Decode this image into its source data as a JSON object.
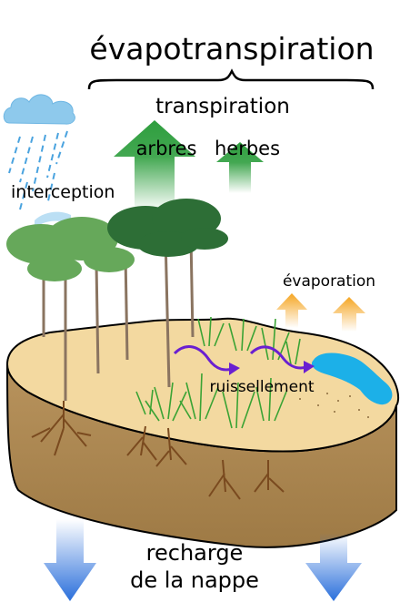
{
  "labels": {
    "evapotranspiration": "évapotranspiration",
    "transpiration": "transpiration",
    "trees": "arbres",
    "grass": "herbes",
    "interception": "interception",
    "evaporation": "évaporation",
    "runoff": "ruissellement",
    "recharge_line1": "recharge",
    "recharge_line2": "de la nappe"
  },
  "colors": {
    "transpiration_arrow": "#2e9e3e",
    "evaporation_arrow": "#f5a623",
    "recharge_arrow": "#2a6fdb",
    "runoff_arrow": "#6a1fd1",
    "soil_top": "#f3d9a0",
    "soil_side": "#a98552",
    "water": "#1cb0e8",
    "rain": "#4aa3df",
    "cloud": "#8ec9ec"
  },
  "icons": {
    "cloud": "rain-cloud-icon",
    "water": "puddle-icon"
  }
}
